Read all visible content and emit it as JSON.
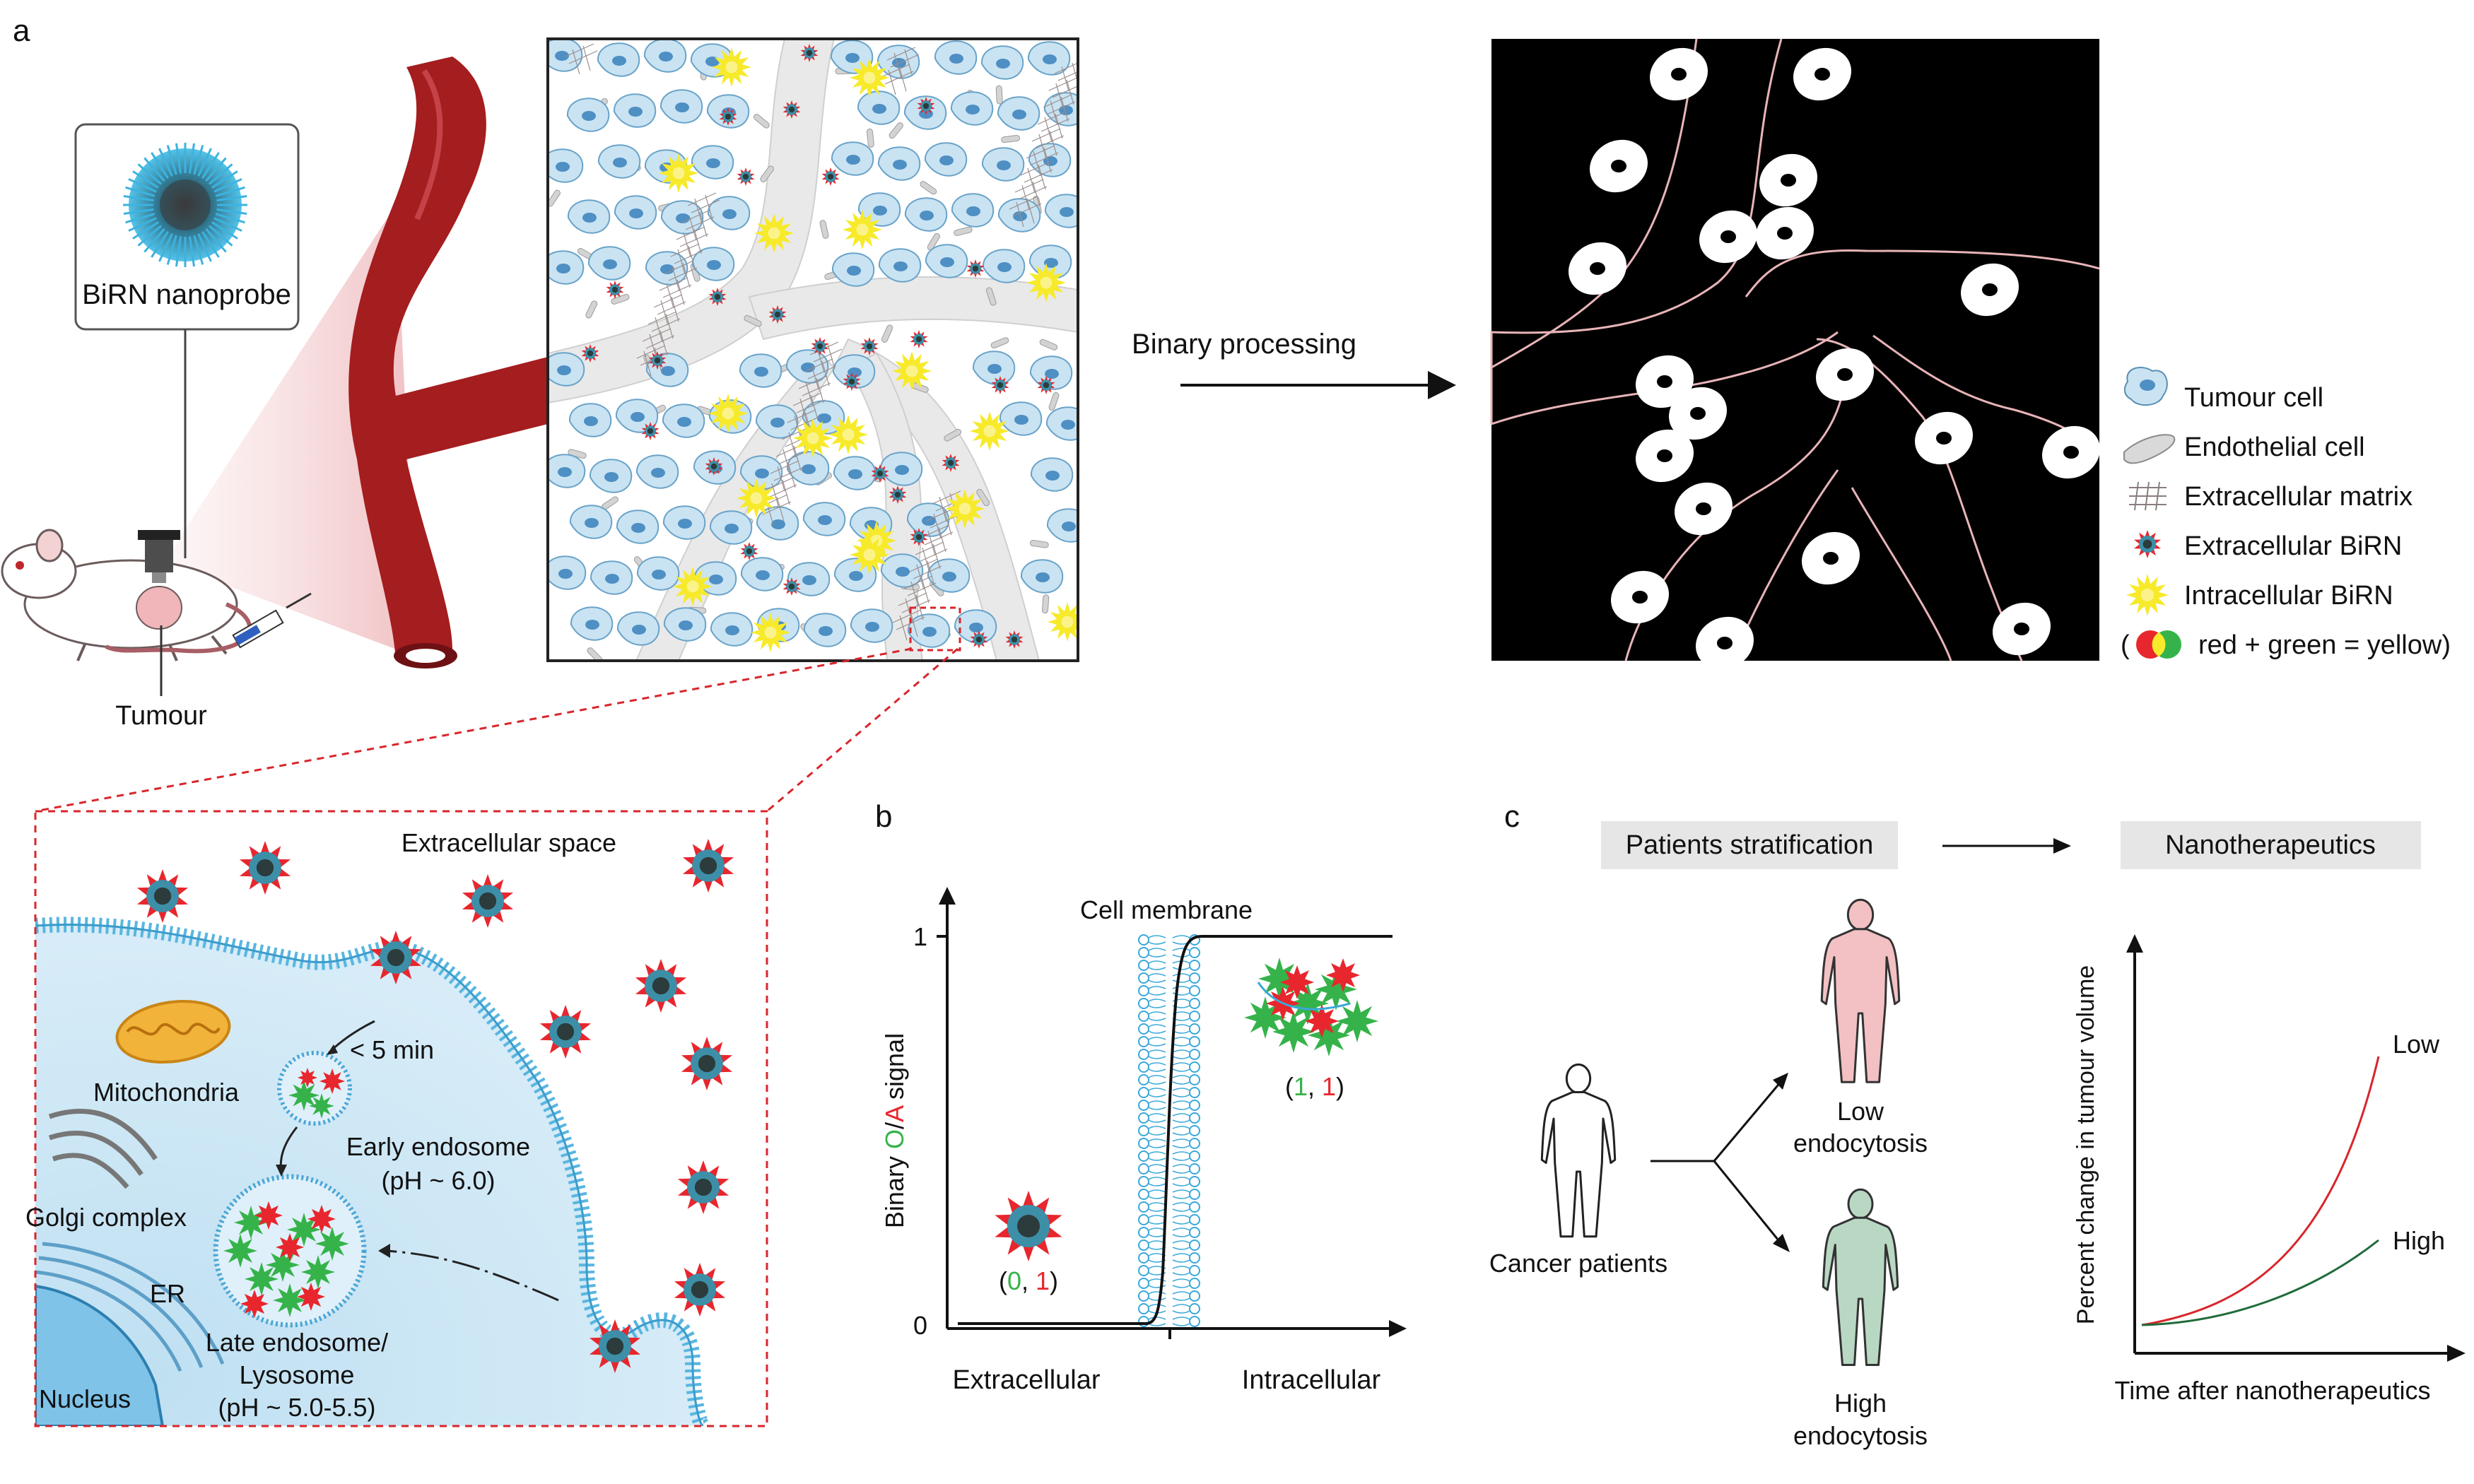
{
  "panels": {
    "a": {
      "letter": "a",
      "nanoprobe_label": "BiRN nanoprobe",
      "tumour_label": "Tumour",
      "binary_processing_label": "Binary processing",
      "legend": {
        "tumour_cell": "Tumour cell",
        "endothelial_cell": "Endothelial cell",
        "extracellular_matrix": "Extracellular matrix",
        "extracellular_birn": "Extracellular BiRN",
        "intracellular_birn": "Intracellular BiRN",
        "colour_note_open": "(",
        "colour_note": "red + green = yellow)"
      },
      "zoom": {
        "extracellular_space": "Extracellular space",
        "mitochondria": "Mitochondria",
        "golgi_complex": "Golgi complex",
        "er": "ER",
        "nucleus": "Nucleus",
        "time": "< 5 min",
        "early_endosome": "Early endosome",
        "early_ph": "(pH ~ 6.0)",
        "late_endosome": "Late endosome/",
        "lysosome": "Lysosome",
        "late_ph": "(pH ~ 5.0-5.5)"
      }
    },
    "b": {
      "letter": "b",
      "y_label_pre": "Binary ",
      "y_label_o": "O",
      "y_label_slash": "/",
      "y_label_a": "A",
      "y_label_post": " signal",
      "y_tick_top": "1",
      "y_tick_bottom": "0",
      "membrane_label": "Cell membrane",
      "x_left": "Extracellular",
      "x_right": "Intracellular",
      "left_point": {
        "open": "(",
        "first": "0",
        "sep": ", ",
        "second": "1",
        "close": ")"
      },
      "right_point": {
        "open": "(",
        "first": "1",
        "sep": ", ",
        "second": "1",
        "close": ")"
      }
    },
    "c": {
      "letter": "c",
      "stratification": "Patients stratification",
      "nanotherapeutics": "Nanotherapeutics",
      "cancer_patients": "Cancer patients",
      "low_endocytosis_1": "Low",
      "low_endocytosis_2": "endocytosis",
      "high_endocytosis_1": "High",
      "high_endocytosis_2": "endocytosis",
      "y_axis": "Percent change in tumour volume",
      "x_axis": "Time after nanotherapeutics",
      "curve_low": "Low",
      "curve_high": "High"
    }
  },
  "colors": {
    "vessel_red": "#a41d1f",
    "tumour_cell": "#c9e3f2",
    "intracellular_yellow": "#f7ea2a",
    "birn_red": "#e8262d",
    "green": "#35b34a",
    "dashed_red": "#d8262b",
    "black_panel": "#000000",
    "vessel_outline": "#e8b4b8",
    "low_body": "#f3c1c3",
    "high_body": "#b9d8c4",
    "curve_low": "#d8262b",
    "curve_high": "#1f6b3a",
    "label_box": "#e6e6e6"
  }
}
